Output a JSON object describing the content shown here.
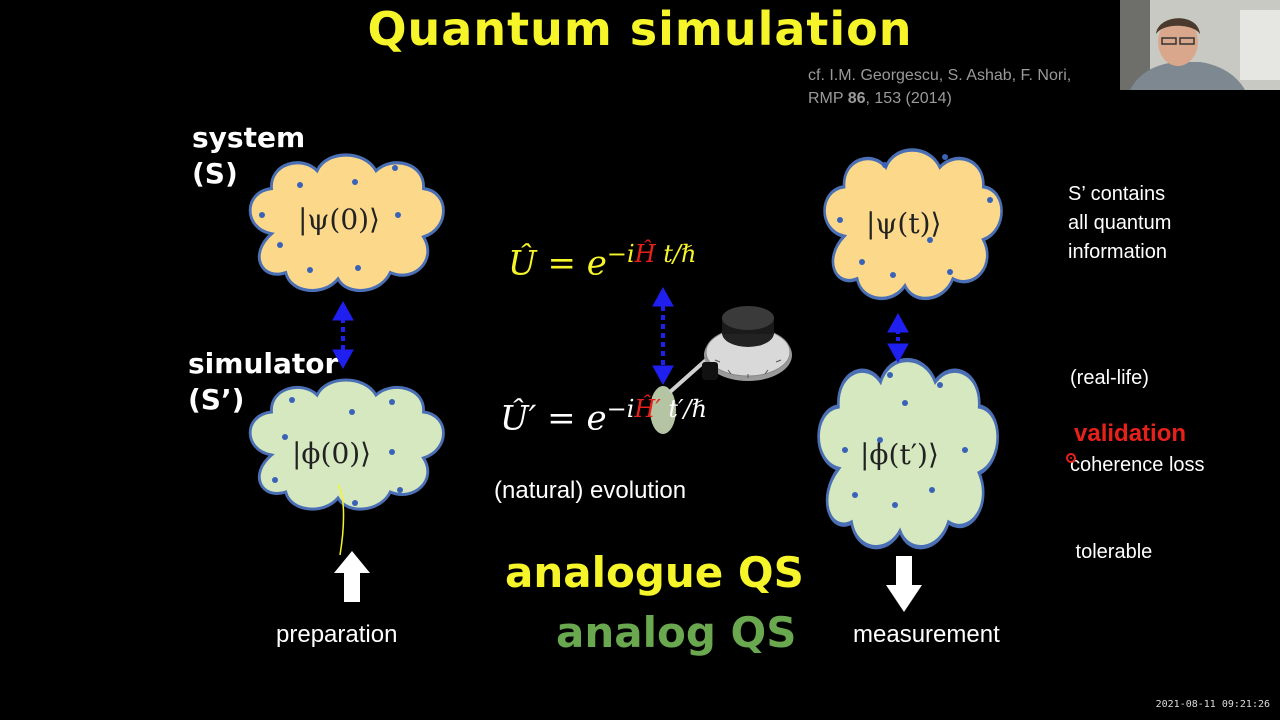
{
  "slide": {
    "title": "Quantum simulation",
    "reference_line1": "cf. I.M. Georgescu, S. Ashab, F. Nori,",
    "reference_line2_prefix": "RMP ",
    "reference_volume": "86",
    "reference_line2_suffix": ", 153 (2014)",
    "system_label_line1": "system",
    "system_label_line2": "(S)",
    "simulator_label_line1": "simulator",
    "simulator_label_line2": "(S’)",
    "state_psi0": "|ψ(0)⟩",
    "state_phi0": "|ϕ(0)⟩",
    "state_psit": "|ψ(t)⟩",
    "state_phitp": "|ϕ(t′)⟩",
    "formula_U_lhs": "Û",
    "formula_U_eq": " = e",
    "formula_U_exp_pre": "−i",
    "formula_U_exp_H": "Ĥ",
    "formula_U_exp_post": " t/ℏ",
    "formula_Up_lhs": "Û′",
    "formula_Up_eq": " = e",
    "formula_Up_exp_pre": "−i",
    "formula_Up_exp_H": "Ĥ′",
    "formula_Up_exp_post": " t′/ℏ",
    "evolution_label": "(natural) evolution",
    "analogue_qs": "analogue QS",
    "analog_qs": "analog QS",
    "preparation_label": "preparation",
    "measurement_label": "measurement",
    "side_text_1": [
      "S’ contains",
      "all quantum",
      "information"
    ],
    "side_text_2": [
      "(real-life)",
      "coherence loss",
      " tolerable"
    ],
    "validation_label": "validation",
    "timestamp": "2021-08-11 09:21:26"
  },
  "colors": {
    "title": "#f5f52a",
    "system_cloud": "#fcd98a",
    "simulator_cloud": "#d5e8bf",
    "arrow_dashed": "#1f1ff0",
    "highlight_red": "#e8201a",
    "analog_green": "#6aa84f"
  },
  "icons": [
    "dashed-double-arrow-icon",
    "up-arrow-icon",
    "down-arrow-icon",
    "control-knob-icon"
  ]
}
